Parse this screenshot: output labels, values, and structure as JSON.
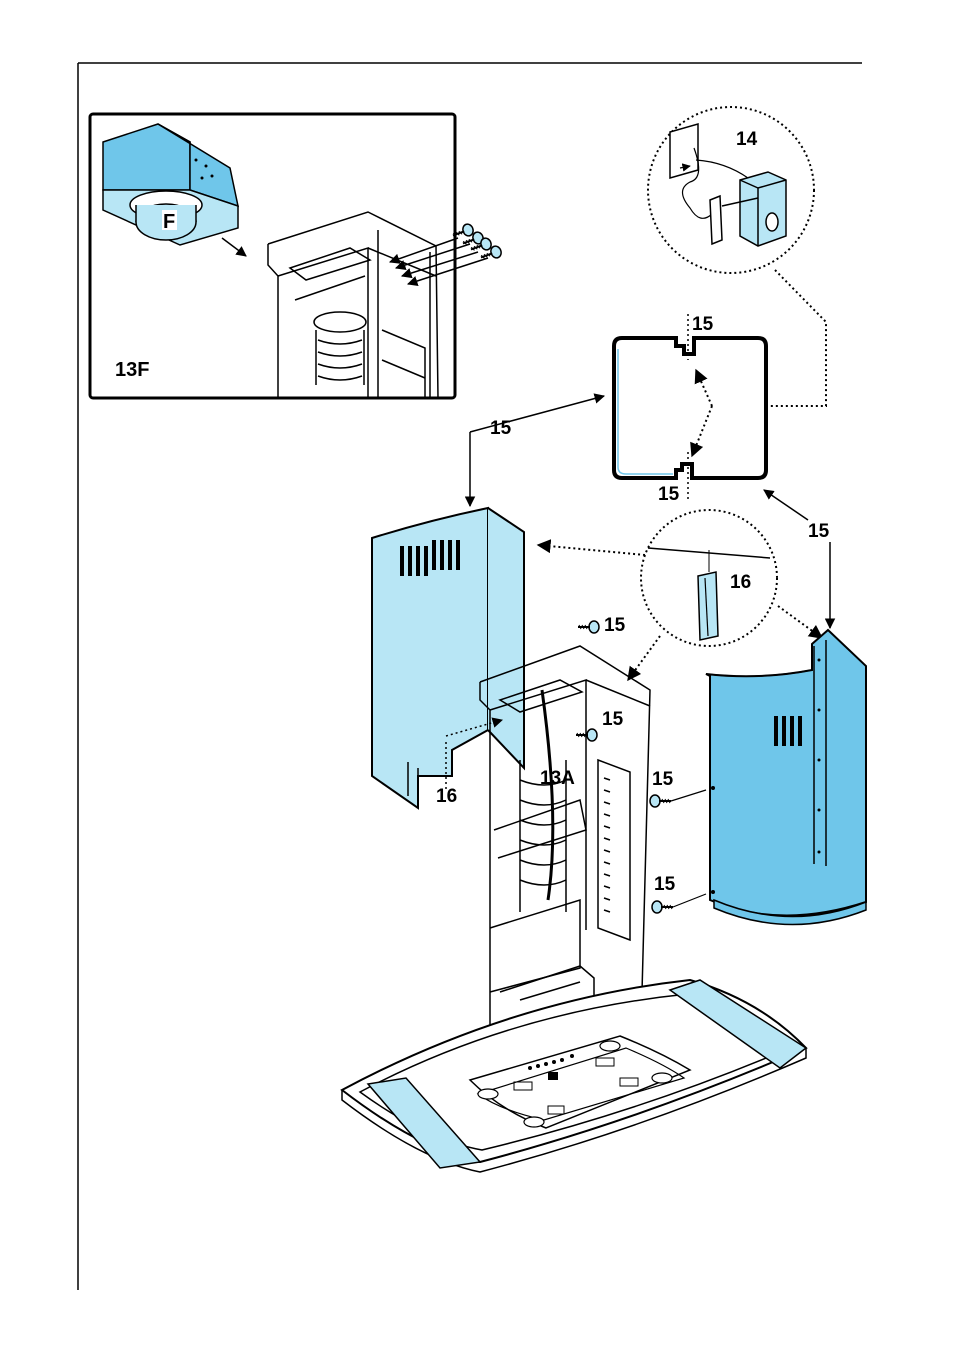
{
  "colors": {
    "panel_blue": "#b8e6f5",
    "panel_blue_dark": "#6fc6ea",
    "line": "#1a1a1a"
  },
  "inset": {
    "filter_label": "F",
    "figure_label": "13F"
  },
  "callouts": {
    "bracket": "14",
    "screw_top_right": "15",
    "screw_left": "15",
    "screw_right": "15",
    "corner_top": "15",
    "corner_bottom": "15",
    "screw_front": "15",
    "screw_inner": "15",
    "screw_panel_top": "15",
    "screw_panel_bottom": "15",
    "strip": "16",
    "strip_left": "16",
    "tower": "13A"
  },
  "icons": [
    "arrow-icon",
    "screw-icon",
    "zoom-circle-icon"
  ]
}
